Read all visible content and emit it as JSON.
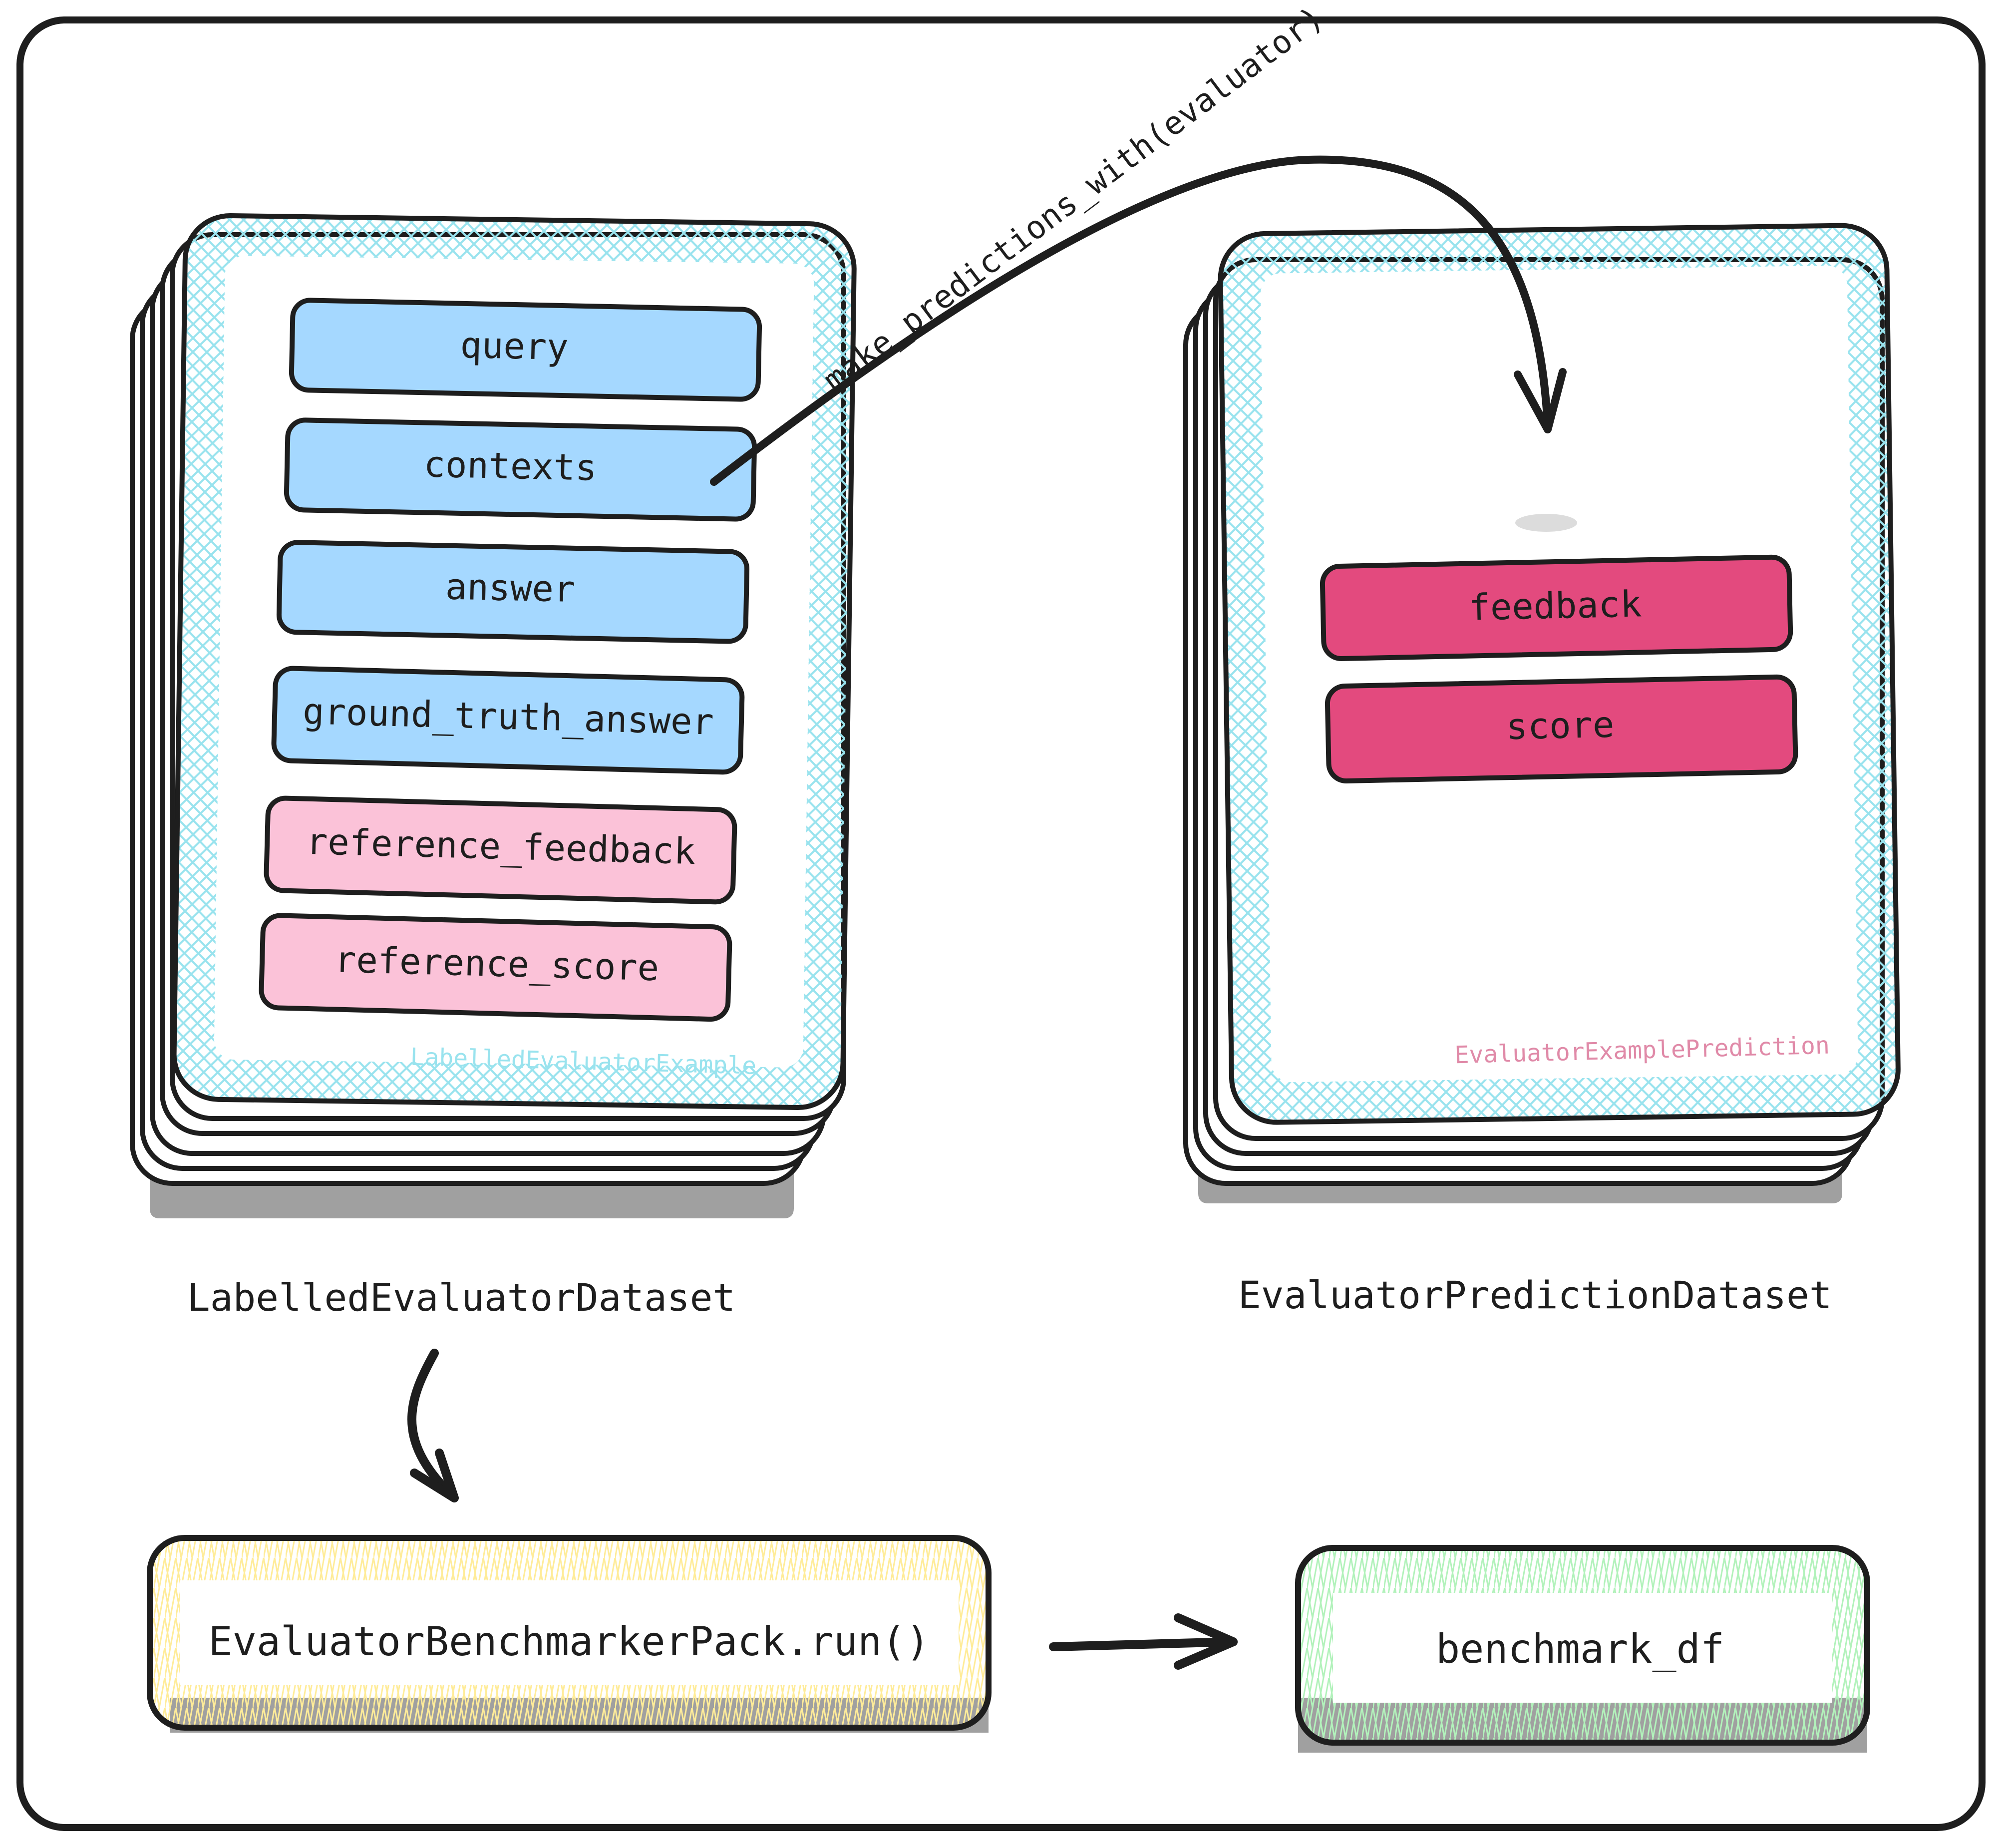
{
  "diagram": {
    "left_dataset": {
      "title": "LabelledEvaluatorDataset",
      "card_label": "LabelledEvaluatorExample",
      "fields": [
        {
          "label": "query",
          "kind": "input"
        },
        {
          "label": "contexts",
          "kind": "input"
        },
        {
          "label": "answer",
          "kind": "input"
        },
        {
          "label": "ground_truth_answer",
          "kind": "input"
        },
        {
          "label": "reference_feedback",
          "kind": "reference"
        },
        {
          "label": "reference_score",
          "kind": "reference"
        }
      ]
    },
    "right_dataset": {
      "title": "EvaluatorPredictionDataset",
      "card_label": "EvaluatorExamplePrediction",
      "fields": [
        {
          "label": "feedback",
          "kind": "prediction"
        },
        {
          "label": "score",
          "kind": "prediction"
        }
      ]
    },
    "arrow_label": ".make_predictions_with(evaluator)",
    "pack_box": {
      "label": "EvaluatorBenchmarkerPack.run()"
    },
    "output_box": {
      "label": "benchmark_df"
    },
    "colors": {
      "stroke": "#1e1e1e",
      "card_hatch": "#99e3ee",
      "input_field": "#a5d8ff",
      "reference_field": "#fbc2d8",
      "prediction_field": "#e34a7e",
      "left_card_label": "#99e3ee",
      "right_card_label": "#e08aa8",
      "pack_hatch": "#ffec99",
      "output_hatch": "#b2f2bb",
      "shadow": "#a0a0a0"
    }
  }
}
